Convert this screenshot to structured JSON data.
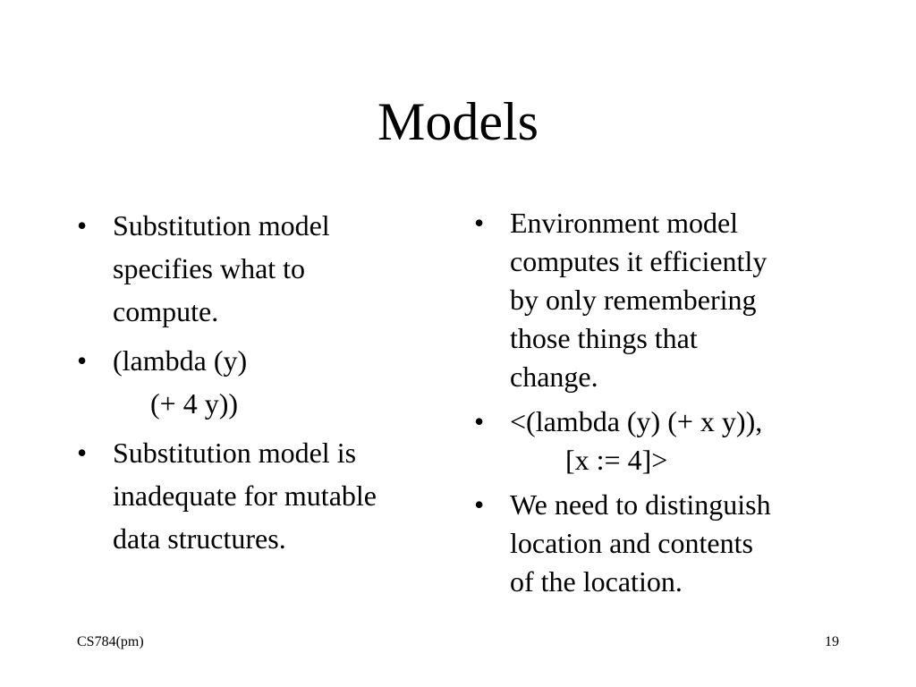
{
  "slide": {
    "title": "Models",
    "left_column": {
      "bullets": [
        {
          "lines": [
            "Substitution model",
            "specifies what to",
            "compute."
          ]
        },
        {
          "lines": [
            "(lambda (y)",
            "(+ 4 y))"
          ]
        },
        {
          "lines": [
            "Substitution model is",
            "inadequate for mutable",
            "data structures."
          ]
        }
      ]
    },
    "right_column": {
      "bullets": [
        {
          "lines": [
            "Environment model",
            "computes it efficiently",
            "by only remembering",
            "those things that",
            "change."
          ]
        },
        {
          "lines": [
            "<(lambda (y) (+ x y)),",
            "[x := 4]>"
          ]
        },
        {
          "lines": [
            "We need to distinguish",
            "location and contents",
            "of the location."
          ]
        }
      ]
    },
    "bullet_glyph": "•",
    "footer": {
      "left": "CS784(pm)",
      "page_number": "19"
    }
  }
}
